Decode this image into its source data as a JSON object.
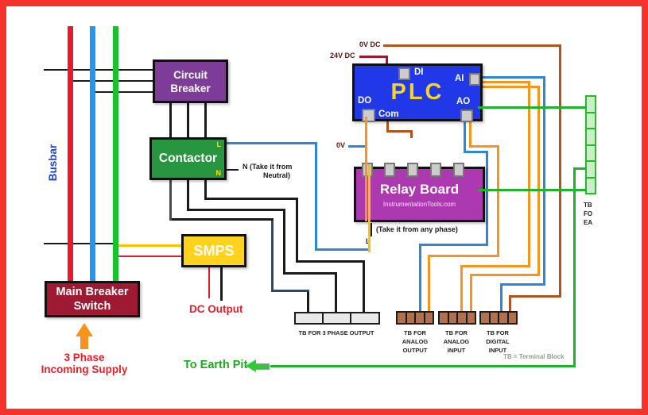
{
  "palette": {
    "frame_red": "#F4332C",
    "busbar_red": "#E8192C",
    "busbar_blue": "#2196F3",
    "busbar_green": "#17C22E",
    "wire_blue": "#2E86D6",
    "wire_green": "#1DB32A",
    "wire_orange": "#F7941D",
    "wire_yellow": "#FFC000",
    "wire_brown": "#B5531F",
    "wire_darkred": "#A01830",
    "box_circuit_breaker": "#7D3C98",
    "box_contactor": "#28963F",
    "box_plc": "#2038E8",
    "box_relay": "#AC39AF",
    "box_smps": "#FFD21E",
    "box_main_breaker": "#9E1A32",
    "plc_text_yellow": "#F5D327"
  },
  "busbar": {
    "label": "Busbar"
  },
  "boxes": {
    "circuit_breaker": {
      "line1": "Circuit",
      "line2": "Breaker"
    },
    "contactor": {
      "label": "Contactor",
      "l": "L",
      "n": "N"
    },
    "plc": {
      "label": "PLC",
      "ports": {
        "di": "DI",
        "ai": "AI",
        "do": "DO",
        "ao": "AO",
        "com": "Com"
      }
    },
    "relay_board": {
      "label": "Relay Board",
      "subtitle": "InstrumentationTools.com"
    },
    "smps": {
      "label": "SMPS"
    },
    "main_breaker": {
      "line1": "Main Breaker",
      "line2": "Switch"
    }
  },
  "annotations": {
    "v0dc": "0V DC",
    "v24dc": "24V DC",
    "v0": "0V",
    "neutral_1": "N (Take it from",
    "neutral_2": "Neutral)",
    "any_phase": "(Take it from any phase)",
    "l_mark": "L",
    "dc_output": "DC Output",
    "incoming_1": "3 Phase",
    "incoming_2": "Incoming Supply",
    "earth": "To Earth Pit",
    "tb_note": "TB = Terminal Block",
    "earth_tb": [
      "TB",
      "FO",
      "EA"
    ]
  },
  "terminal_blocks": {
    "three_phase": {
      "label": "TB FOR 3 PHASE OUTPUT",
      "cells": 3
    },
    "analog_output": {
      "lines": [
        "TB FOR",
        "ANALOG",
        "OUTPUT"
      ],
      "cells": 4
    },
    "analog_input": {
      "lines": [
        "TB FOR",
        "ANALOG",
        "INPUT"
      ],
      "cells": 4
    },
    "digital_input": {
      "lines": [
        "TB FOR",
        "DIGITAL",
        "INPUT"
      ],
      "cells": 4
    },
    "earth": {
      "cells": 6
    }
  }
}
